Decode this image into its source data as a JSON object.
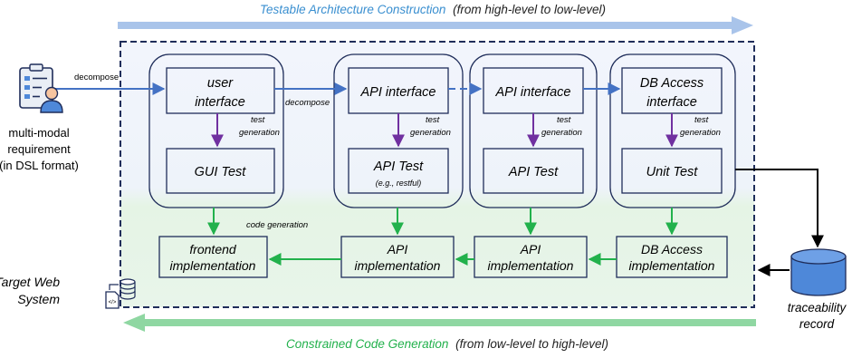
{
  "top_banner": {
    "title": "Testable Architecture Construction",
    "suffix": "(from high-level to low-level)",
    "color": "#3a8fd0"
  },
  "bottom_banner": {
    "title": "Constrained Code Generation",
    "suffix": "(from low-level to high-level)",
    "color": "#22b14c"
  },
  "requirement": {
    "icon": "clipboard-user-icon",
    "decompose_label": "decompose",
    "line1": "multi-modal",
    "line2": "requirement",
    "line3": "(in DSL format)"
  },
  "target_system": {
    "line1": "Target Web",
    "line2": "System",
    "icon": "code-file-database-icon"
  },
  "traceability": {
    "icon": "database-cylinder-icon",
    "line1": "traceability",
    "line2": "record"
  },
  "edge_labels": {
    "decompose_between": "decompose",
    "code_generation": "code generation",
    "test_word": "test",
    "generation_word": "generation"
  },
  "columns": [
    {
      "iface_line1": "user",
      "iface_line2": "interface",
      "test_line1": "GUI Test",
      "test_line2": "",
      "impl_line1": "frontend",
      "impl_line2": "implementation"
    },
    {
      "iface_line1": "API interface",
      "iface_line2": "",
      "test_line1": "API Test",
      "test_line2": "(e.g., restful)",
      "impl_line1": "API",
      "impl_line2": "implementation"
    },
    {
      "iface_line1": "API interface",
      "iface_line2": "",
      "test_line1": "API Test",
      "test_line2": "",
      "impl_line1": "API",
      "impl_line2": "implementation"
    },
    {
      "iface_line1": "DB Access",
      "iface_line2": "interface",
      "test_line1": "Unit Test",
      "test_line2": "",
      "impl_line1": "DB Access",
      "impl_line2": "implementation"
    }
  ],
  "colors": {
    "blue_arrow": "#4472c4",
    "green_arrow": "#22b14c",
    "purple_arrow": "#7030a0",
    "dashed_border": "#1f2d5a",
    "top_fill": "#eef2fb",
    "bottom_fill": "#e6f4e6",
    "cylinder": "#4e88d9"
  }
}
